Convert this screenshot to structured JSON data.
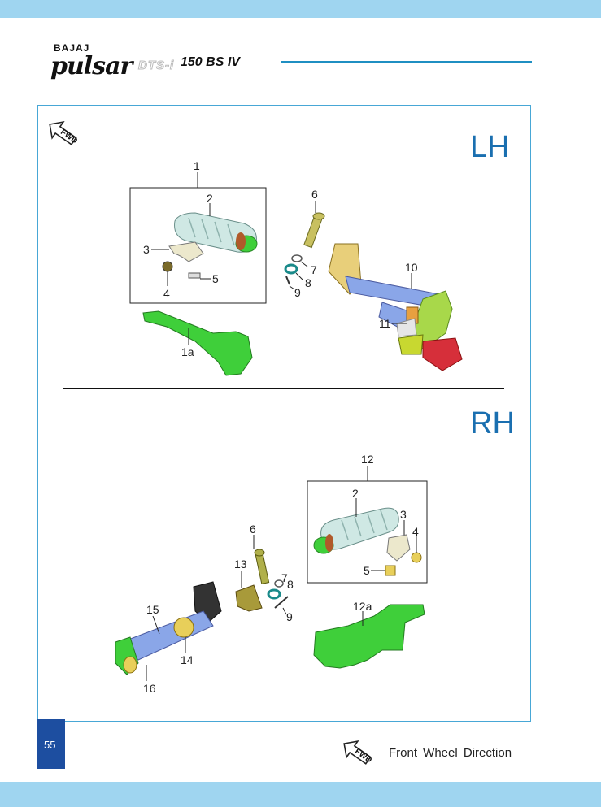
{
  "header": {
    "brand_small": "BAJAJ",
    "brand_script": "pulsar",
    "brand_variant": "DTS-i",
    "model": "150 BS IV"
  },
  "sections": {
    "left": "LH",
    "right": "RH"
  },
  "fwd_icon_text": "FWD",
  "callouts_lh": [
    "1",
    "2",
    "3",
    "4",
    "5",
    "6",
    "7",
    "8",
    "9",
    "10",
    "11",
    "1a"
  ],
  "callouts_rh": [
    "12",
    "2",
    "3",
    "4",
    "5",
    "6",
    "7",
    "8",
    "9",
    "13",
    "14",
    "15",
    "16",
    "12a"
  ],
  "footer": {
    "page_number": "55",
    "legend": "Front Wheel Direction"
  },
  "colors": {
    "band": "#9fd5f0",
    "frame": "#48a7d6",
    "section_text": "#1a6fb0",
    "page_box": "#1d4ea0",
    "part_green": "#3fcf3a",
    "part_footrest": "#cfe8e4",
    "part_tan": "#e8cf7a",
    "part_blue": "#8aa6e8",
    "part_red": "#d62f3a"
  }
}
